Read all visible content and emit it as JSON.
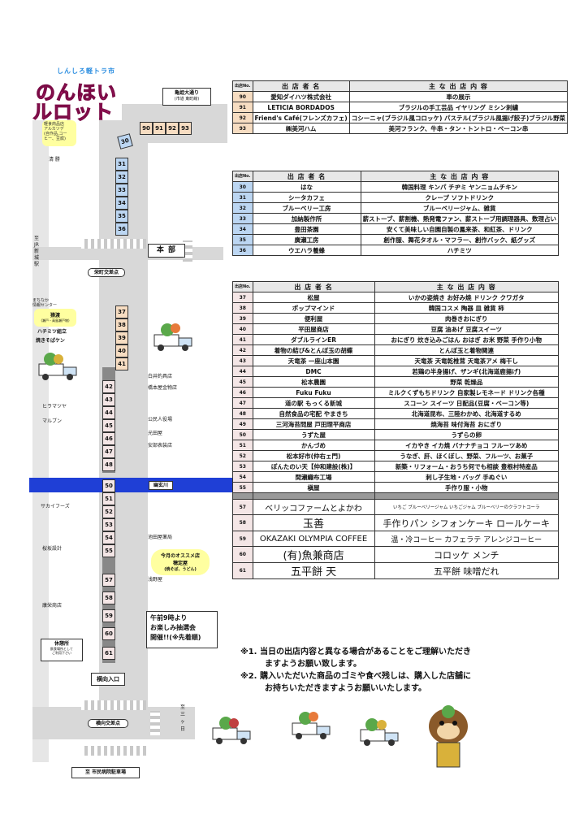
{
  "header": {
    "subtitle": "しんしろ軽トラ市",
    "title_line1": "のんほい",
    "title_line2": "ルロット"
  },
  "map": {
    "kameyama": "亀姫大通り",
    "kameyama_sub": "(市道 東町線)",
    "shopping": "軽食商品店\nアルカツデ\n(自作品,コー\nヒー、豆腐)",
    "kiyose": "清 勝",
    "jr": "至JR新城駅",
    "honbu": "本 部",
    "sakaemachi": "栄町交差点",
    "tourism": "まちなか\n情報センター",
    "yokohama_label": "猿渡",
    "yokohama_sub": "(瀬戸・高島瀬戸物)",
    "hachimitsu": "ハチミツ組立",
    "soba": "焼きそばケン",
    "hiramatsu": "ヒラマツヤ",
    "marupan": "マルブン",
    "sakai": "サカイフーズ",
    "asahi_pan": "桜坂設計",
    "shinken": "康栄商店",
    "river": "幽玄川",
    "nakamura": "白井釣具店",
    "matsubara": "橋本屋金物店",
    "kouminkan": "公民人役場",
    "mitsu": "光田屋",
    "anzai": "安部表装店",
    "ikeda": "池田屋薬局",
    "fukuda": "浅野屋",
    "recommend_title": "今月のオススメ店",
    "recommend_name": "穂定屋",
    "recommend_sub": "(焼そば、うどん)",
    "lottery_line1": "午前9時より",
    "lottery_line2": "お楽しみ抽選会",
    "lottery_line3": "開催!!(※先着順)",
    "rest_title": "休憩所",
    "rest_sub": "飲食場所として\nご利用下さい",
    "yokomukai": "横向入口",
    "yokomukai_cross": "横向交差点",
    "mikkabi": "至三ヶ日",
    "parking": "至 市民病院駐車場"
  },
  "table_headers": {
    "no": "出店No.",
    "name": "出 店 者 名",
    "items": "主 な 出 店 内 容"
  },
  "table1": [
    {
      "no": "90",
      "name": "愛知ダイハツ株式会社",
      "items": "車の展示"
    },
    {
      "no": "91",
      "name": "LETICIA BORDADOS",
      "items": "ブラジルの手工芸品 イヤリング ミシン刺繍"
    },
    {
      "no": "92",
      "name": "Friend's Café(フレンズカフェ)",
      "items": "コシーニャ(ブラジル風コロッケ) パステル(ブラジル風揚げ餃子)ブラジル野菜"
    },
    {
      "no": "93",
      "name": "㈱美河ハム",
      "items": "美河フランク、牛串・タン・トントロ・ベーコン串"
    }
  ],
  "table2": [
    {
      "no": "30",
      "name": "はな",
      "items": "韓国料理 キンパ チヂミ ヤンニョムチキン"
    },
    {
      "no": "31",
      "name": "シータカフェ",
      "items": "クレープ ソフトドリンク"
    },
    {
      "no": "32",
      "name": "ブルーベリー工房",
      "items": "ブルーベリージャム、雑貨"
    },
    {
      "no": "33",
      "name": "加納製作所",
      "items": "薪ストーブ、薪割機、熱発電ファン、薪ストーブ用調理器具、数理占い"
    },
    {
      "no": "34",
      "name": "豊田茶園",
      "items": "安くて美味しい自園自製の鳳来茶、和紅茶、ドリンク"
    },
    {
      "no": "35",
      "name": "廣瀬工房",
      "items": "創作服、舞花タオル・マフラー、創作バック、紙グッズ"
    },
    {
      "no": "36",
      "name": "ウエハラ養蜂",
      "items": "ハチミツ"
    }
  ],
  "table3": [
    {
      "no": "37",
      "name": "松屋",
      "items": "いかの姿焼き お好み焼 ドリンク クワガタ"
    },
    {
      "no": "38",
      "name": "ポップマインド",
      "items": "韓国コスメ 陶器 皿 雑貨 柿"
    },
    {
      "no": "39",
      "name": "便利屋",
      "items": "肉巻きおにぎり"
    },
    {
      "no": "40",
      "name": "平田屋商店",
      "items": "豆腐 油あげ 豆腐スイーツ"
    },
    {
      "no": "41",
      "name": "ダブルラインER",
      "items": "おにぎり 炊き込みごはん おはぎ お米 野菜 手作り小物"
    },
    {
      "no": "42",
      "name": "着物の結び&とんぼ玉の胡蝶",
      "items": "とんぼ玉と着物関連"
    },
    {
      "no": "43",
      "name": "天竜茶 一座山本園",
      "items": "天竜茶 天竜乾椎茸 天竜茶アメ 梅干し"
    },
    {
      "no": "44",
      "name": "DMC",
      "items": "若鶏の半身揚げ、ザンギ(北海道鹿揚げ)"
    },
    {
      "no": "45",
      "name": "松本農園",
      "items": "野菜 乾燥品"
    },
    {
      "no": "46",
      "name": "Fuku Fuku",
      "items": "ミルクくずもちドリンク 自家製レモネード ドリンク各種"
    },
    {
      "no": "47",
      "name": "道の駅 もっくる新城",
      "items": "スコーン スイーツ 日配品(豆腐・ベーコン等)"
    },
    {
      "no": "48",
      "name": "自然食品の宅配 やまきち",
      "items": "北海道昆布、三陸わかめ、北海道するめ"
    },
    {
      "no": "49",
      "name": "三河海苔問屋 戸田理平商店",
      "items": "焼海苔 味付海苔 おにぎり"
    },
    {
      "no": "50",
      "name": "うずた屋",
      "items": "うずらの卵"
    },
    {
      "no": "51",
      "name": "かんづめ",
      "items": "イカやき イカ焼 バナナチョコ フルーツあめ"
    },
    {
      "no": "52",
      "name": "松本好市(仲右ェ門)",
      "items": "うなぎ、肝、ほくぼし、野菜、フルーツ、お菓子"
    },
    {
      "no": "53",
      "name": "ぽんたのい天【仲和建設(株)】",
      "items": "新築・リフォーム・おうち何でも相談 豊根村特産品"
    },
    {
      "no": "54",
      "name": "間瀬織布工場",
      "items": "刺し子生地・バッグ 手ぬぐい"
    },
    {
      "no": "55",
      "name": "槇屋",
      "items": "手作り服・小物"
    },
    {
      "no": "57",
      "name": "ベリッコファームとよかわ",
      "items": "いちご ブルーベリージャム いちごジャム ブルーベリーのクラフトコーラ"
    },
    {
      "no": "58",
      "name": "玉善",
      "items": "手作りパン シフォンケーキ ロールケーキ"
    },
    {
      "no": "59",
      "name": "OKAZAKI OLYMPIA COFFEE",
      "items": "温・冷コーヒー カフェラテ アレンジコーヒー"
    },
    {
      "no": "60",
      "name": "(有)魚兼商店",
      "items": "コロッケ メンチ"
    },
    {
      "no": "61",
      "name": "五平餅 天",
      "items": "五平餅 味噌だれ"
    }
  ],
  "notes": {
    "note1_line1": "※1. 当日の出店内容と異なる場合があることをご理解いただき",
    "note1_line2": "ますようお願い致します。",
    "note2_line1": "※2. 購入いただいた商品のゴミや食べ残しは、購入した店舗に",
    "note2_line2": "お持ちいただきますようお願いいたします。"
  },
  "colors": {
    "title_pink": "#e8348f",
    "stall_blue": "#bcd6f2",
    "stall_orange": "#f7ddc2",
    "stall_pink": "#f4e6e6",
    "river_blue": "#1f3fd6"
  }
}
